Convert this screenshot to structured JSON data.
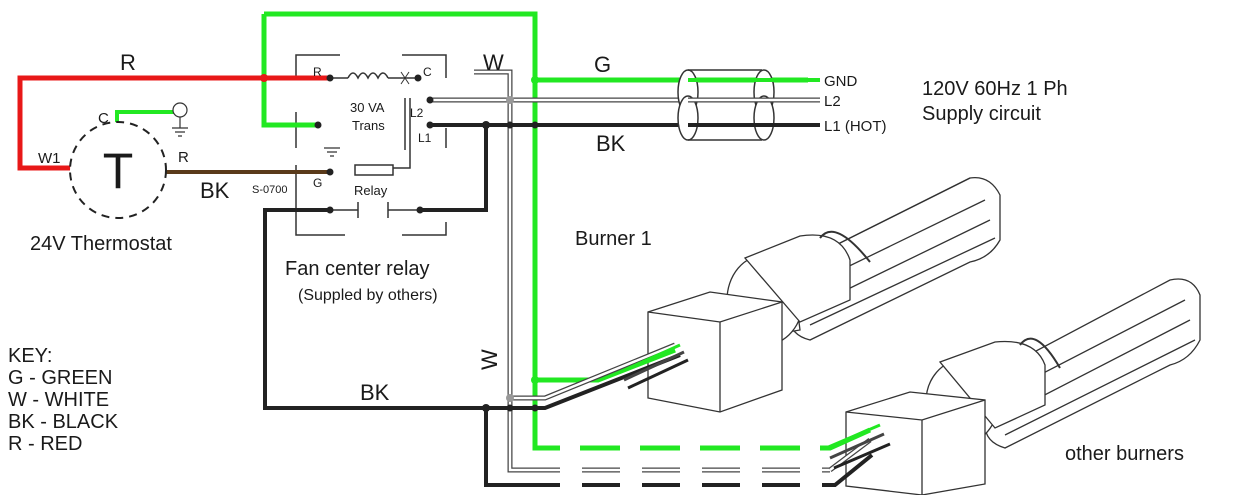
{
  "wire_labels": {
    "r_top": "R",
    "w_top": "W",
    "g_top": "G",
    "bk_supply": "BK",
    "bk_relay": "BK",
    "bk_bottom": "BK",
    "w_vertical": "W"
  },
  "thermostat": {
    "symbol": "T",
    "c_terminal": "C",
    "w1_terminal": "W1",
    "r_terminal": "R",
    "caption": "24V Thermostat"
  },
  "fan_center": {
    "term_r": "R",
    "term_c": "C",
    "term_l2": "L2",
    "term_l1": "L1",
    "term_g": "G",
    "transformer_va": "30",
    "transformer_va_unit": "VA",
    "transformer_label": "Trans",
    "relay_label": "Relay",
    "model": "S-0700",
    "caption": "Fan center relay",
    "subcaption": "(Suppled by others)"
  },
  "supply": {
    "gnd": "GND",
    "l2": "L2",
    "l1": "L1 (HOT)",
    "title_line1": "120V 60Hz 1 Ph",
    "title_line2": "Supply circuit"
  },
  "burners": {
    "burner1": "Burner 1",
    "others": "other burners"
  },
  "key": {
    "title": "KEY:",
    "items": [
      "G - GREEN",
      "W - WHITE",
      "BK - BLACK",
      "R - RED"
    ]
  },
  "colors": {
    "green": "#22e822",
    "red": "#e81818",
    "black": "#222222",
    "brown": "#5a3a1a"
  }
}
